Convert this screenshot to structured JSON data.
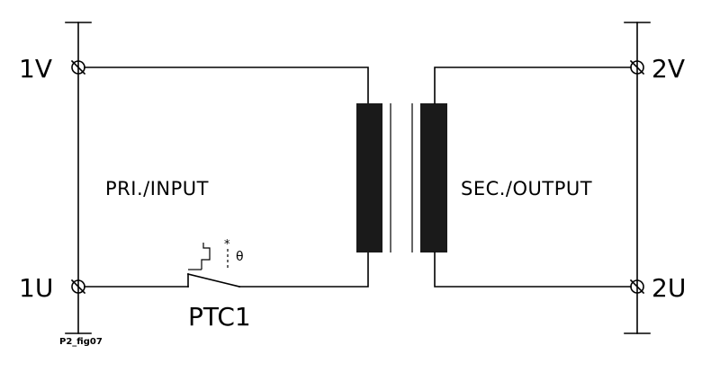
{
  "terminals": {
    "primary_top": "1V",
    "primary_bottom": "1U",
    "secondary_top": "2V",
    "secondary_bottom": "2U"
  },
  "labels": {
    "primary_side": "PRI./INPUT",
    "secondary_side": "SEC./OUTPUT",
    "ptc": "PTC1",
    "theta": "θ",
    "asterisk": "*",
    "figure_id": "P2_fig07"
  }
}
